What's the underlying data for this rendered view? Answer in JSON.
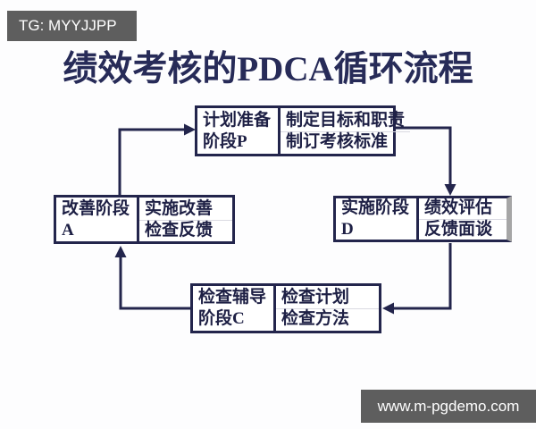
{
  "overlays": {
    "top_left_watermark": "TG: MYYJJPP",
    "bottom_right_watermark": "www.m-pgdemo.com"
  },
  "title": "绩效考核的PDCA循环流程",
  "diagram": {
    "type": "flowchart-cycle",
    "flow_order": [
      "plan",
      "do",
      "check",
      "act"
    ],
    "boxes": {
      "plan": {
        "stage": [
          "计划准备",
          "阶段P"
        ],
        "details": [
          "制定目标和职责",
          "制订考核标准"
        ]
      },
      "do": {
        "stage": [
          "实施阶段",
          "D"
        ],
        "details": [
          "绩效评估",
          "反馈面谈"
        ]
      },
      "check": {
        "stage": [
          "检查辅导",
          "阶段C"
        ],
        "details": [
          "检查计划",
          "检查方法"
        ]
      },
      "act": {
        "stage": [
          "改善阶段",
          "A"
        ],
        "details": [
          "实施改善",
          "检查反馈"
        ]
      }
    }
  },
  "colors": {
    "ink_navy": "#23254c",
    "title_navy": "#272b58",
    "watermark_bg": "#5e5e5e",
    "watermark_text": "#ffffff",
    "faded_border_gray": "#a6a6a6"
  }
}
